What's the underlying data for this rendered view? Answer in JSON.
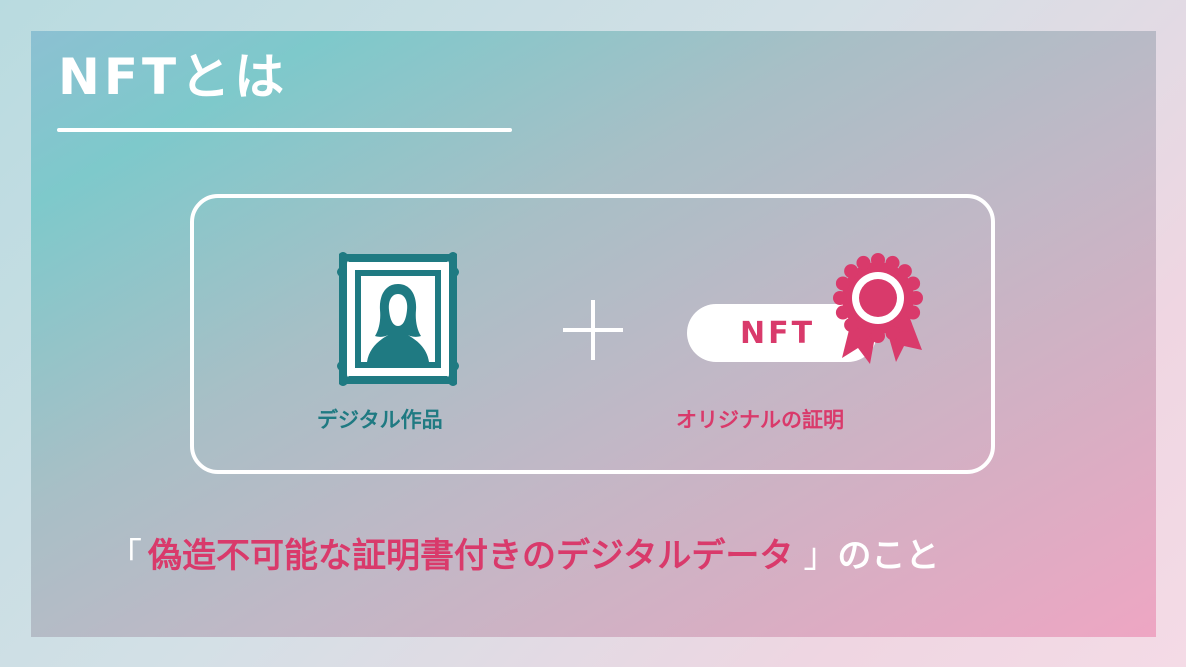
{
  "header": {
    "title": "NFTとは"
  },
  "diagram": {
    "left": {
      "icon": "framed-portrait-icon",
      "caption": "デジタル作品"
    },
    "operator": {
      "icon": "plus-icon"
    },
    "right": {
      "icon": "award-rosette-icon",
      "badge_label": "NFT",
      "caption": "オリジナルの証明"
    }
  },
  "tagline": {
    "open_bracket": "「",
    "highlight": "偽造不可能な証明書付きのデジタルデータ",
    "close_bracket": "」",
    "suffix": "のこと"
  },
  "colors": {
    "teal": "#1f7a82",
    "pink": "#d93a6b",
    "white": "#ffffff"
  }
}
